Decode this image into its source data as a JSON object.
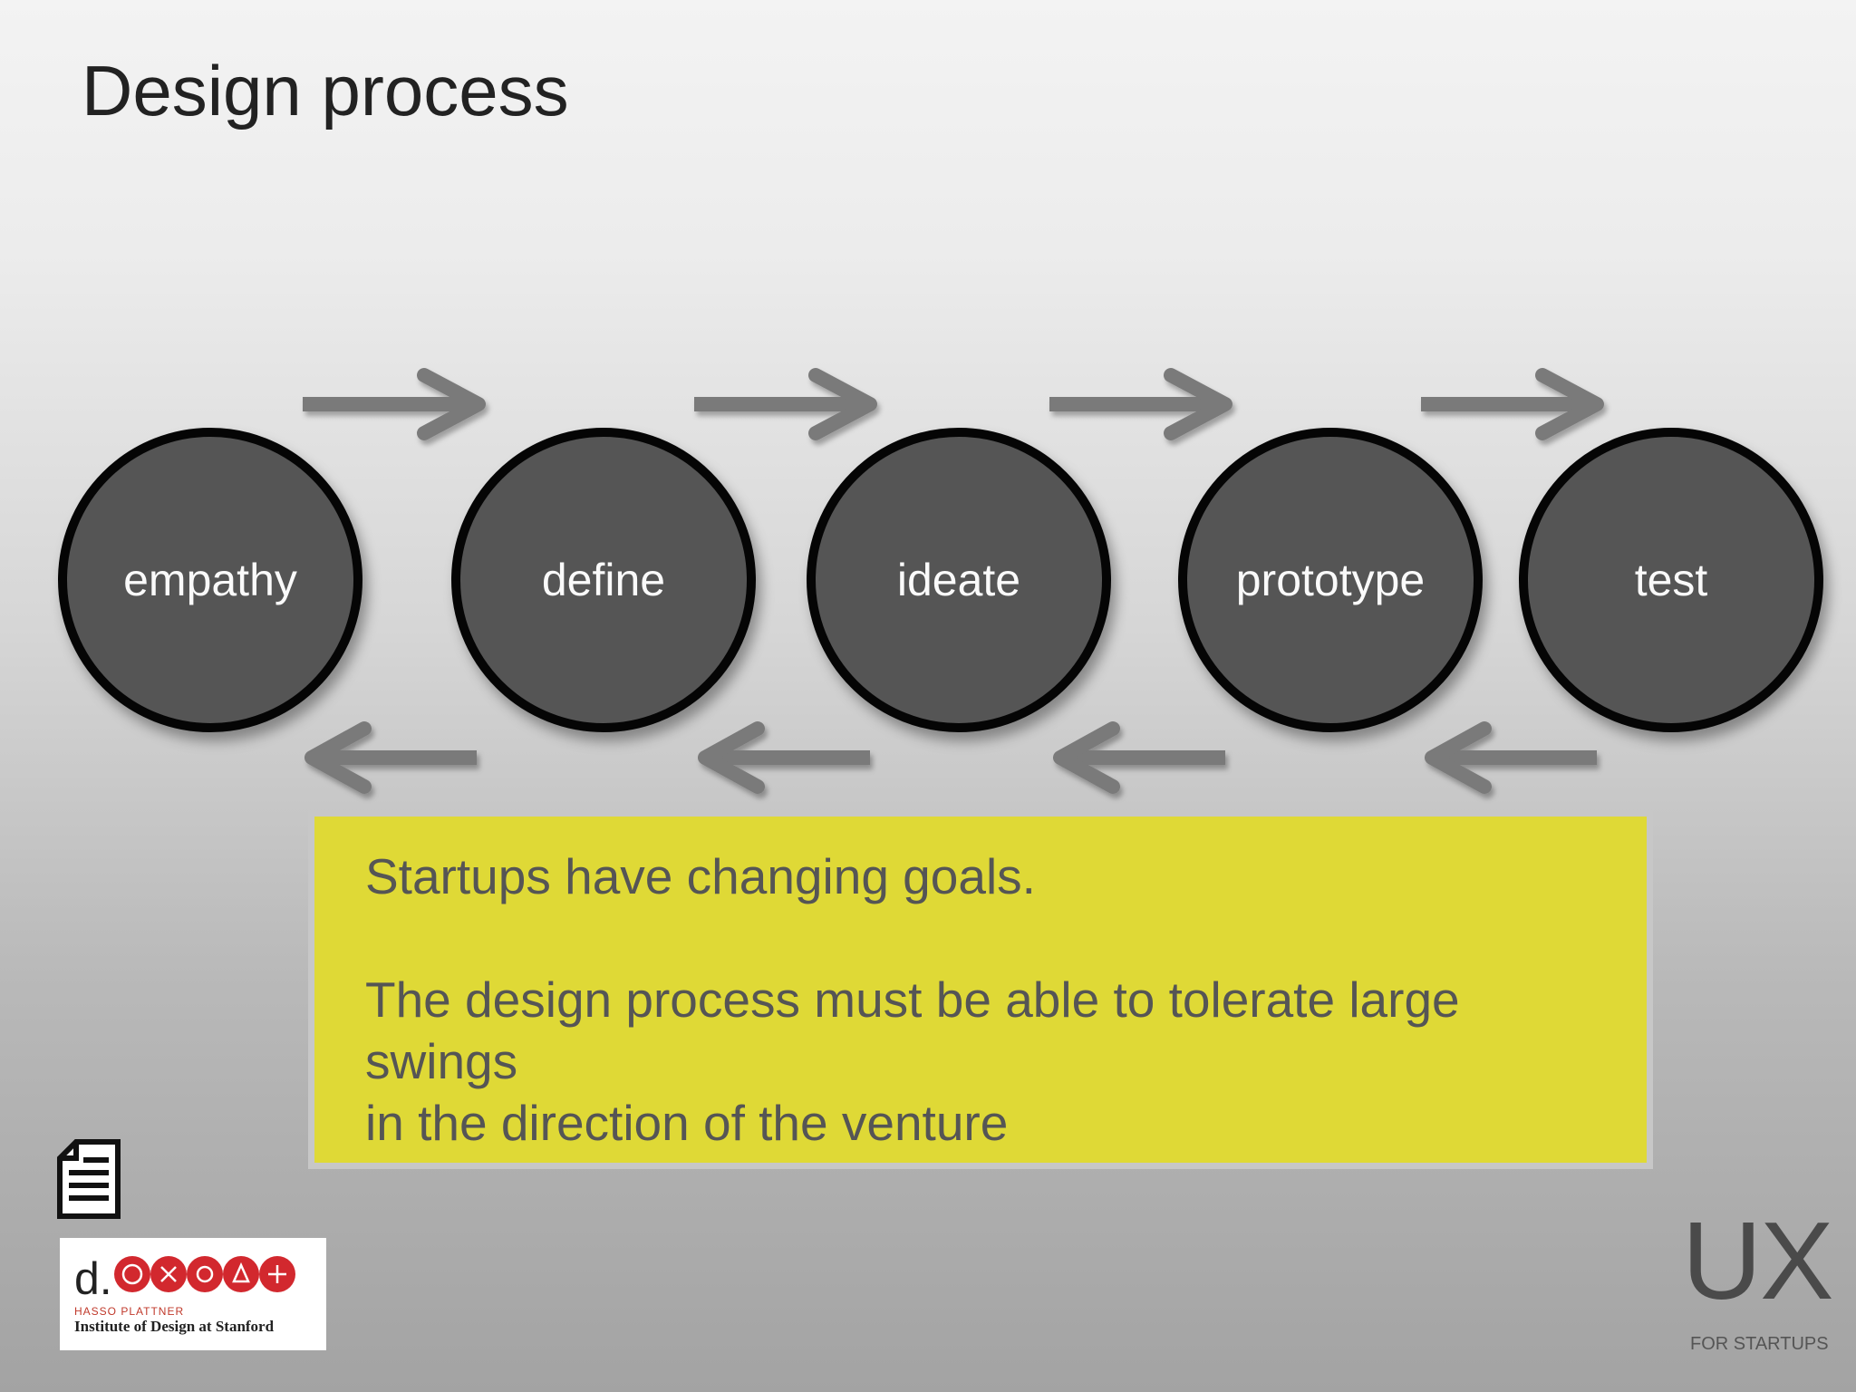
{
  "title": "Design process",
  "stages": [
    {
      "label": "empathy"
    },
    {
      "label": "define"
    },
    {
      "label": "ideate"
    },
    {
      "label": "prototype"
    },
    {
      "label": "test"
    }
  ],
  "note": {
    "line1": "Startups have changing goals.",
    "line2": "The design process must be able to tolerate large swings",
    "line3": "in the direction of the venture"
  },
  "logo": {
    "mark": "d.",
    "subtitle1": "HASSO PLATTNER",
    "subtitle2": "Institute of Design at Stanford"
  },
  "brand": {
    "main": "UX",
    "sub": "FOR STARTUPS"
  },
  "colors": {
    "circle_fill": "#555555",
    "circle_border": "#050505",
    "arrow": "#7a7a7a",
    "note_background": "#dfd936",
    "logo_red": "#d2282e"
  }
}
